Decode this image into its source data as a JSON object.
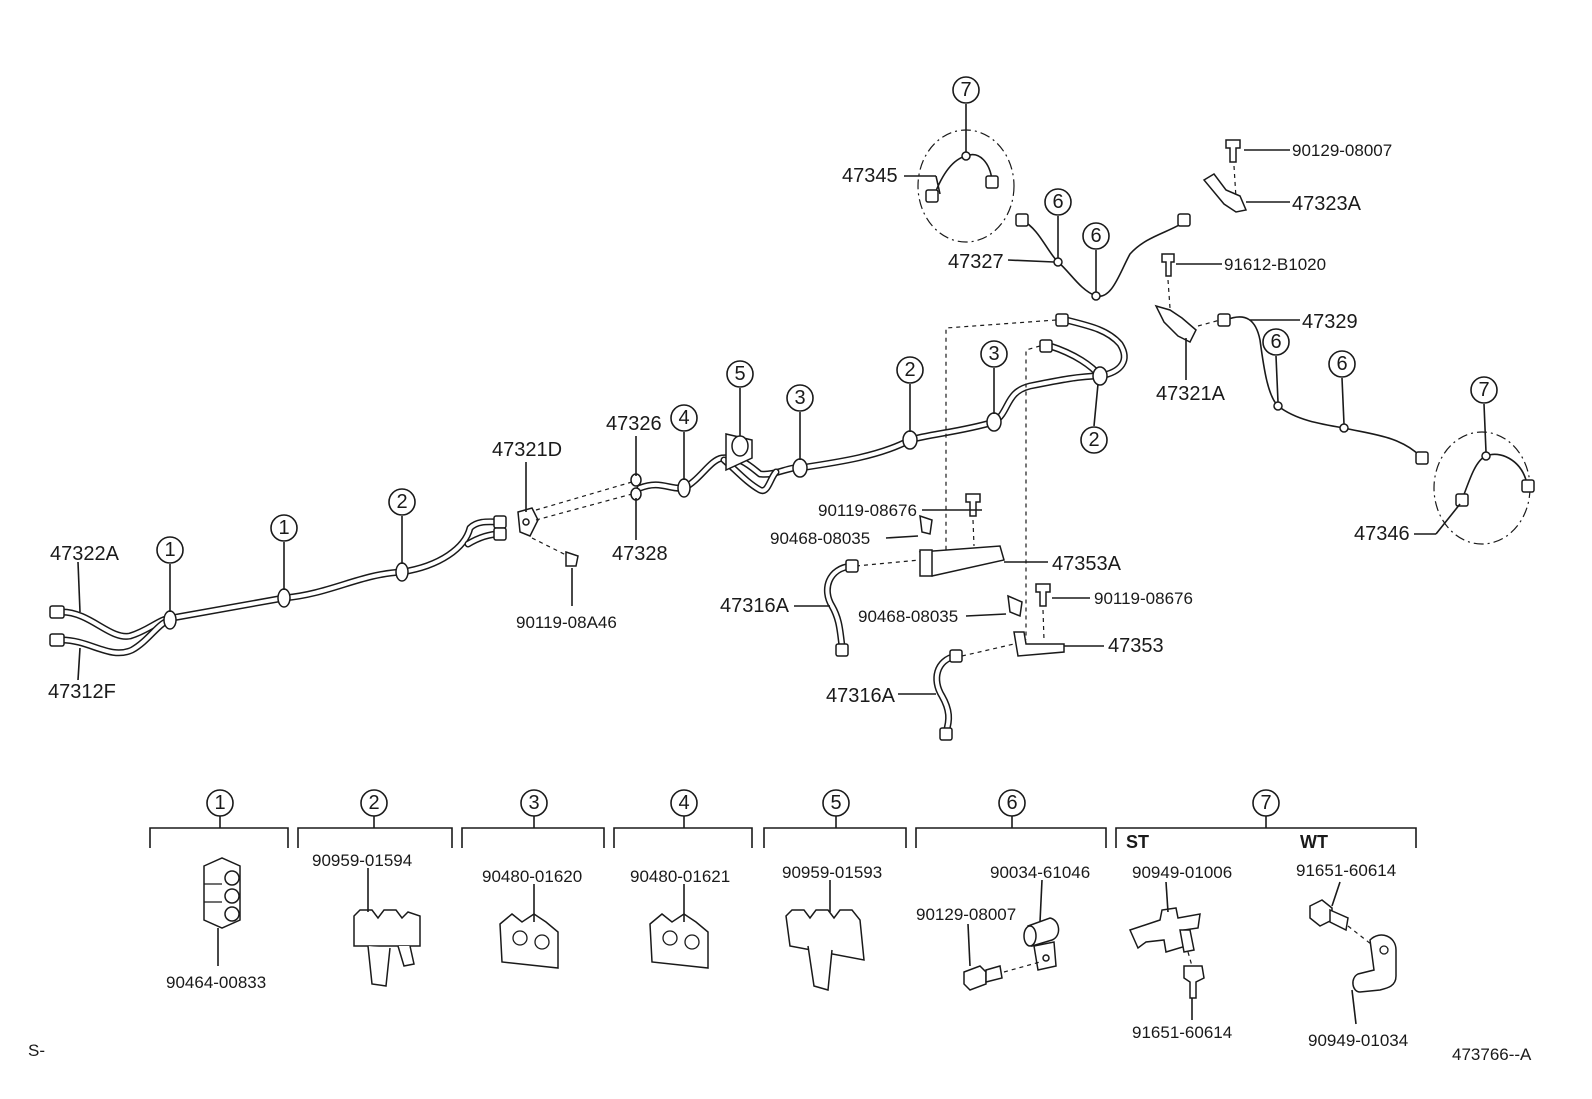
{
  "labels": {
    "p47322A": "47322A",
    "p47312F": "47312F",
    "p47321D": "47321D",
    "p90119_08A46": "90119-08A46",
    "p47326": "47326",
    "p47328": "47328",
    "p47345": "47345",
    "p47327": "47327",
    "p90129_08007": "90129-08007",
    "p47323A": "47323A",
    "p91612_B1020": "91612-B1020",
    "p47329": "47329",
    "p47321A": "47321A",
    "p47346": "47346",
    "p90119_08676_a": "90119-08676",
    "p90468_08035_a": "90468-08035",
    "p47353A": "47353A",
    "p47316A_a": "47316A",
    "p90468_08035_b": "90468-08035",
    "p90119_08676_b": "90119-08676",
    "p47353": "47353",
    "p47316A_b": "47316A"
  },
  "callouts": {
    "c1": "1",
    "c2": "2",
    "c3": "3",
    "c4": "4",
    "c5": "5",
    "c6": "6",
    "c7": "7"
  },
  "legend": {
    "g1_part": "90464-00833",
    "g2_part": "90959-01594",
    "g3_part": "90480-01620",
    "g4_part": "90480-01621",
    "g5_part": "90959-01593",
    "g6_part_a": "90034-61046",
    "g6_part_b": "90129-08007",
    "g7_st": "ST",
    "g7_wt": "WT",
    "g7_st_a": "90949-01006",
    "g7_st_b": "91651-60614",
    "g7_wt_a": "91651-60614",
    "g7_wt_b": "90949-01034"
  },
  "footer": {
    "left": "S-",
    "right": "473766--A"
  }
}
